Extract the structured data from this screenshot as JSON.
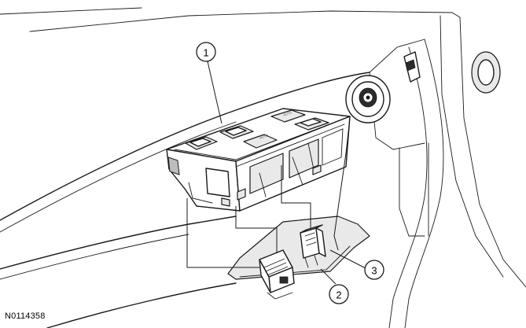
{
  "diagram": {
    "reference_id": "N0114358",
    "callouts": [
      {
        "id": "callout-1",
        "label": "1"
      },
      {
        "id": "callout-2",
        "label": "2"
      },
      {
        "id": "callout-3",
        "label": "3"
      }
    ],
    "switch_labels": [
      "AUTO",
      "AUTO"
    ]
  }
}
